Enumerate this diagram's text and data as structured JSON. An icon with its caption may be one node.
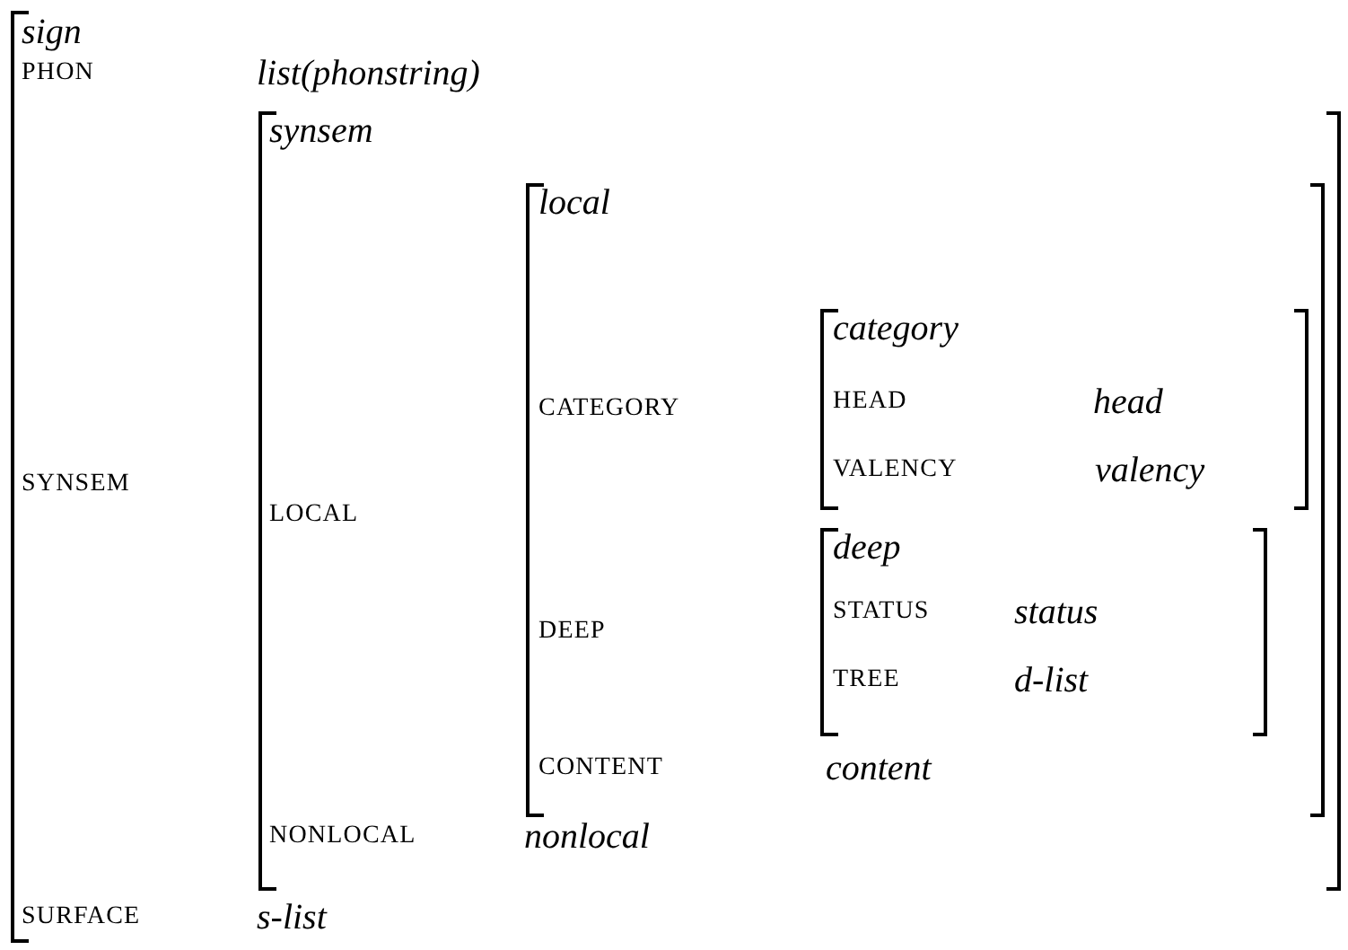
{
  "diagram": {
    "nodes": [
      {
        "text": [
          "sign",
          "PHON",
          "list(phonstring)",
          "SYNSEM",
          "SURFACE",
          "s-list"
        ]
      },
      {
        "text": [
          "synsem",
          "LOCAL",
          "NONLOCAL",
          "nonlocal"
        ],
        "in": 0
      },
      {
        "text": [
          "local",
          "CATEGORY",
          "DEEP",
          "CONTENT",
          "content"
        ],
        "in": 1
      },
      {
        "text": [
          "category",
          "HEAD",
          "head",
          "VALENCY",
          "valency"
        ],
        "in": 2
      },
      {
        "text": [
          "deep",
          "STATUS",
          "status",
          "TREE",
          "d-list"
        ],
        "in": 2
      }
    ]
  }
}
